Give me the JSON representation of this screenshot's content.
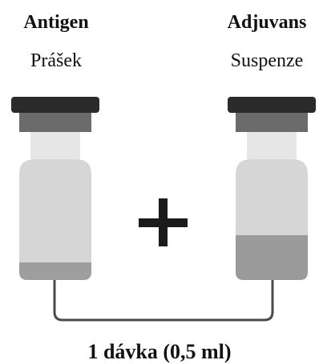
{
  "vials": [
    {
      "title": "Antigen",
      "subtitle": "Prášek"
    },
    {
      "title": "Adjuvans",
      "subtitle": "Suspenze"
    }
  ],
  "operator": "+",
  "dose": "1 dávka (0,5 ml)",
  "colors": {
    "cap_dark": "#2b2b2b",
    "cap_mid": "#6b6b6b",
    "vial_body": "#d6d6d6",
    "vial_neck": "#e6e6e6",
    "powder_band": "#9e9e9e",
    "suspension_fill": "#9a9a9a",
    "connector": "#4a4a4a",
    "plus": "#1b1b1b"
  }
}
